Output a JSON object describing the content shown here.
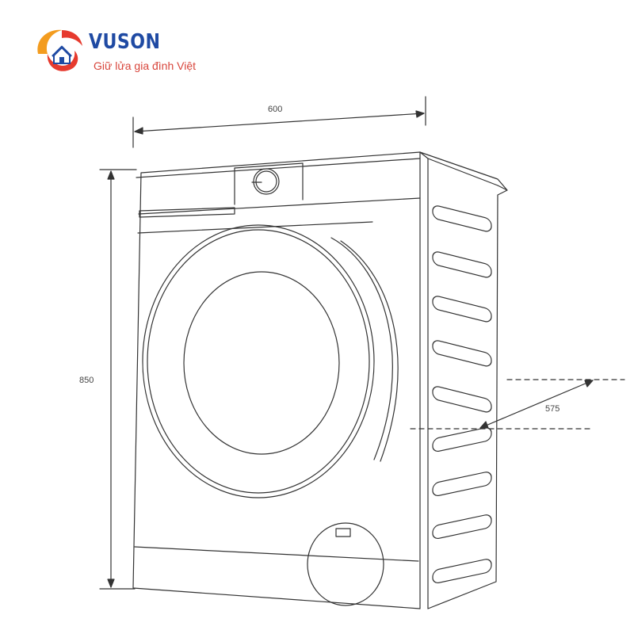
{
  "brand": {
    "name": "VUSON",
    "tagline": "Giữ lửa gia đình Việt",
    "colors": {
      "red": "#e63a2e",
      "orange": "#f39c1f",
      "blue": "#1f4aa3"
    }
  },
  "dimensions": {
    "width": "600",
    "height": "850",
    "depth": "575"
  },
  "line_color": "#333333"
}
